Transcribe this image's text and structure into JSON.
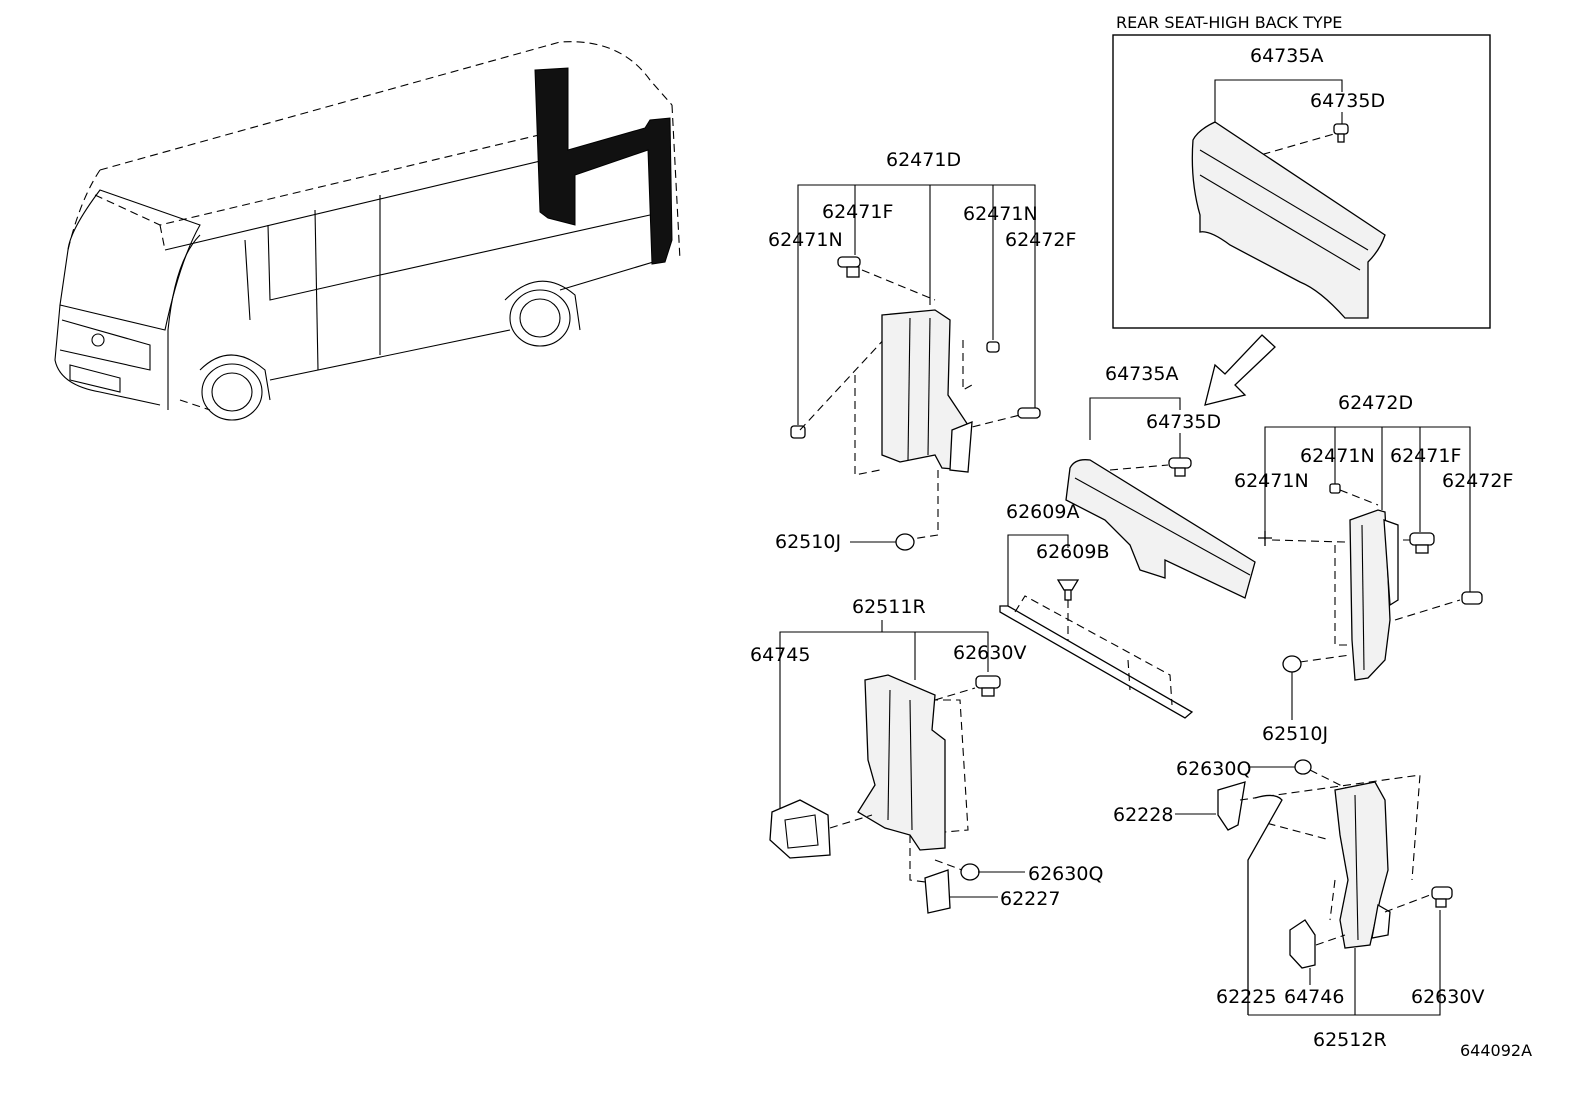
{
  "inset": {
    "title": "REAR SEAT-HIGH BACK TYPE",
    "labels": {
      "a": "64735A",
      "d": "64735D"
    }
  },
  "labels": {
    "p62471D": "62471D",
    "p62471F_left": "62471F",
    "p62471N_left_a": "62471N",
    "p62471N_left_b": "62471N",
    "p62472F_left": "62472F",
    "p62510J_left": "62510J",
    "p64735A": "64735A",
    "p64735D": "64735D",
    "p62609A": "62609A",
    "p62609B": "62609B",
    "p62472D": "62472D",
    "p62471N_right_a": "62471N",
    "p62471F_right": "62471F",
    "p62471N_right_b": "62471N",
    "p62472F_right": "62472F",
    "p62510J_right": "62510J",
    "p62511R": "62511R",
    "p64745": "64745",
    "p62630V_left": "62630V",
    "p62630Q_left": "62630Q",
    "p62227": "62227",
    "p62630Q_right": "62630Q",
    "p62228": "62228",
    "p62225": "62225",
    "p64746": "64746",
    "p62630V_right": "62630V",
    "p62512R": "62512R"
  },
  "figure_id": "644092A"
}
